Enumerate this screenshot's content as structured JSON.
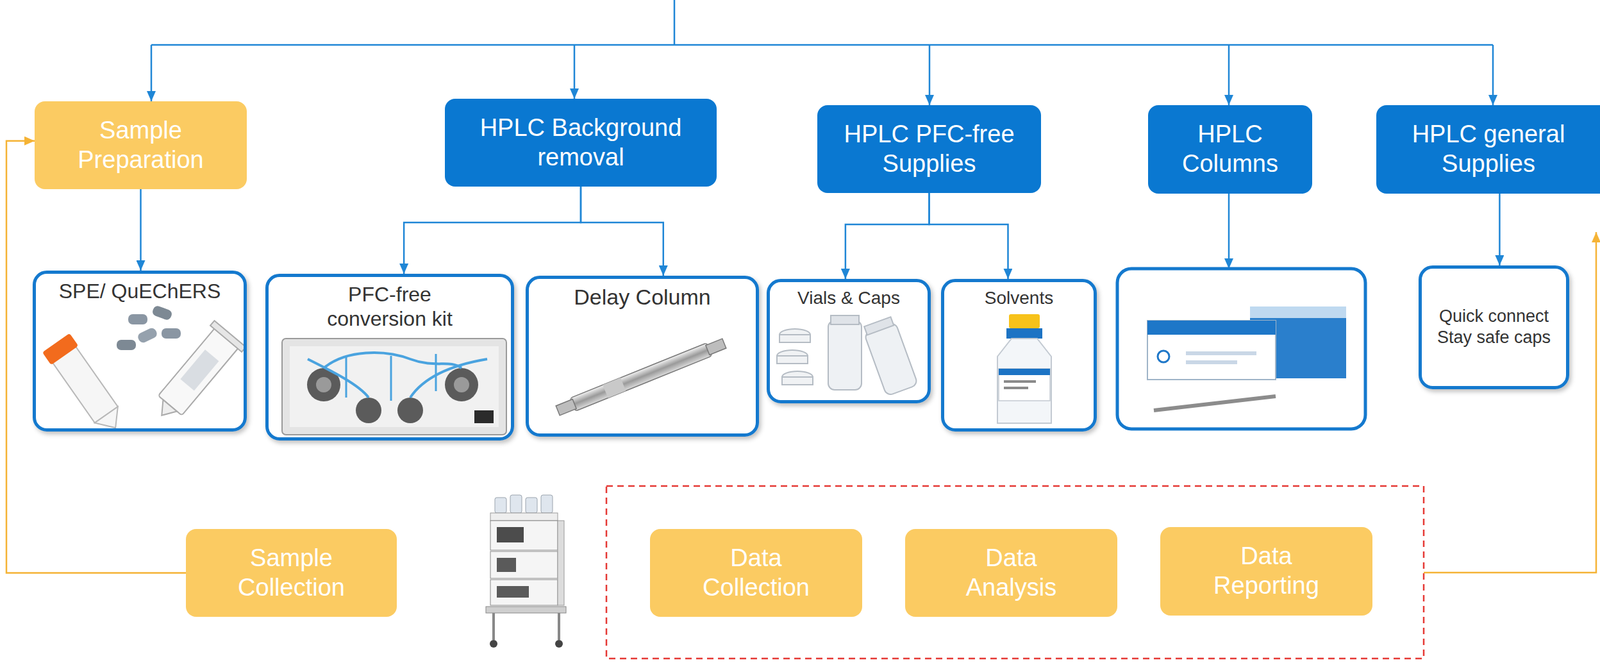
{
  "diagram": {
    "nodes": [
      {
        "text": [
          "Sample Preparation"
        ]
      },
      {
        "text": [
          "HPLC Background removal"
        ]
      },
      {
        "text": [
          "HPLC PFC-free Supplies"
        ]
      },
      {
        "text": [
          "HPLC Columns"
        ]
      },
      {
        "text": [
          "HPLC general Supplies"
        ]
      },
      {
        "text": [
          "SPE/ QuEChERS"
        ]
      },
      {
        "text": [
          "PFC-free conversion kit"
        ]
      },
      {
        "text": [
          "Delay Column"
        ]
      },
      {
        "text": [
          "Vials & Caps"
        ]
      },
      {
        "text": [
          "Solvents"
        ]
      },
      {
        "text": [
          "Quick connect Stay safe caps"
        ]
      },
      {
        "text": [
          "Sample Collection"
        ]
      },
      {
        "text": [
          "Data Collection"
        ]
      },
      {
        "text": [
          "Data Analysis"
        ]
      },
      {
        "text": [
          "Data Reporting"
        ]
      }
    ],
    "edges": [
      {
        "from": 0,
        "to": 5,
        "arrow": "to"
      },
      {
        "from": 1,
        "to": 6,
        "arrow": "to"
      },
      {
        "from": 1,
        "to": 7,
        "arrow": "to"
      },
      {
        "from": 2,
        "to": 8,
        "arrow": "to"
      },
      {
        "from": 2,
        "to": 9,
        "arrow": "to"
      },
      {
        "from": 4,
        "to": 10,
        "arrow": "to"
      },
      {
        "from": 11,
        "to": 0,
        "arrow": "to"
      }
    ]
  }
}
